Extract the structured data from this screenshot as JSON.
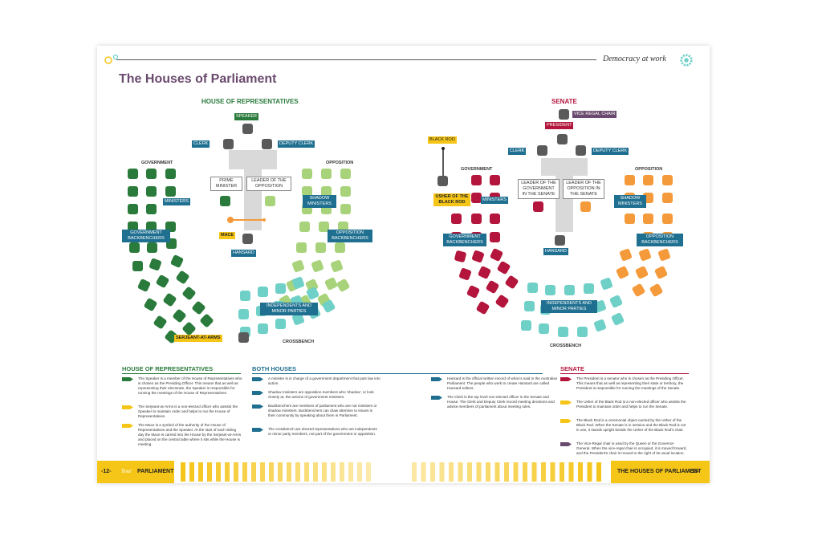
{
  "header": {
    "title": "The Houses of Parliament",
    "tagline": "Democracy at work"
  },
  "colors": {
    "government_hor": "#2a7a3b",
    "opposition_hor": "#a8d37a",
    "crossbench": "#6fd0c8",
    "government_senate": "#b3153c",
    "opposition_senate": "#f59a3a",
    "label_blue": "#1f6f90",
    "label_yellow": "#f5c518",
    "label_purple": "#6a4a6e",
    "title_purple": "#6a4a6e",
    "footer_yellow": "#f5c518"
  },
  "hor": {
    "title": "HOUSE OF REPRESENTATIVES",
    "speaker": "SPEAKER",
    "clerk": "CLERK",
    "deputy_clerk": "DEPUTY CLERK",
    "government": "GOVERNMENT",
    "opposition": "OPPOSITION",
    "prime_minister": "PRIME MINISTER",
    "leader_opposition": "LEADER OF THE OPPOSITION",
    "ministers": "MINISTERS",
    "shadow_ministers": "SHADOW MINISTERS",
    "gov_backbenchers": "GOVERNMENT BACKBENCHERS",
    "opp_backbenchers": "OPPOSITION BACKBENCHERS",
    "mace": "MACE",
    "hansard": "HANSARD",
    "independents": "INDEPENDENTS AND MINOR PARTIES",
    "serjeant": "SERJEANT-AT-ARMS",
    "crossbench": "CROSSBENCH"
  },
  "senate": {
    "title": "SENATE",
    "vice_regal": "VICE REGAL CHAIR",
    "president": "PRESIDENT",
    "black_rod": "BLACK ROD",
    "clerk": "CLERK",
    "deputy_clerk": "DEPUTY CLERK",
    "government": "GOVERNMENT",
    "opposition": "OPPOSITION",
    "usher": "USHER OF THE BLACK ROD",
    "ministers": "MINISTERS",
    "leader_gov": "LEADER OF THE GOVERNMENT IN THE SENATE",
    "leader_opp": "LEADER OF THE OPPOSITION IN THE SENATE",
    "shadow_ministers": "SHADOW MINISTERS",
    "gov_backbenchers": "GOVERNMENT BACKBENCHERS",
    "opp_backbenchers": "OPPOSITION BACKBENCHERS",
    "hansard": "HANSARD",
    "independents": "INDEPENDENTS AND MINOR PARTIES",
    "crossbench": "CROSSBENCH"
  },
  "legend": {
    "hor_title": "HOUSE OF REPRESENTATIVES",
    "hor_items": [
      "The Speaker is a member of the House of Representatives who is chosen as the Presiding Officer. This means that as well as representing their electorate, the Speaker is responsible for running the meetings of the House of Representatives.",
      "The Serjeant-at-Arms is a non-elected officer who assists the Speaker to maintain order and helps to run the House of Representatives.",
      "The Mace is a symbol of the authority of the House of Representatives and the Speaker. At the start of each sitting day the Mace is carried into the House by the Serjeant-at-Arms and placed on the central table where it sits while the House is meeting."
    ],
    "both_title": "BOTH HOUSES",
    "both_items": [
      "A minister is in charge of a government department that puts law into action.",
      "Shadow ministers are opposition members who 'shadow', or look closely at, the actions of government ministers.",
      "Backbenchers are members of parliament who are not ministers or shadow ministers. Backbenchers can draw attention to issues in their community by speaking about them in Parliament.",
      "The crossbench are elected representatives who are independents or minor party members, not part of the government or opposition."
    ],
    "both_items_right": [
      "Hansard is the official written record of what is said in the Australian Parliament. The people who work to create Hansard are called Hansard editors.",
      "The Clerk is the top level non-elected officer in the Senate and House. The Clerk and Deputy Clerk record meeting decisions and advise members of parliament about meeting rules."
    ],
    "senate_title": "SENATE",
    "senate_items": [
      "The President is a senator who is chosen as the Presiding Officer. This means that as well as representing their state or territory, the President is responsible for running the meetings of the Senate.",
      "The Usher of the Black Rod is a non-elected officer who assists the President to maintain order and helps to run the Senate.",
      "The Black Rod is a ceremonial object carried by the Usher of the Black Rod. When the Senate is in session and the Black Rod is not in use, it stands upright beside the Usher of the Black Rod's chair.",
      "The Vice-Regal chair is used by the Queen or the Governor-General. When the vice-regal chair is occupied, it is moved forward, and the President's chair is moved to the right of its usual location."
    ]
  },
  "footer": {
    "left_page": "-12-",
    "left_brand_script": "Your",
    "left_brand": "PARLIAMENT",
    "right_title": "THE HOUSES OF PARLIAMENT",
    "right_page": "-13-"
  }
}
